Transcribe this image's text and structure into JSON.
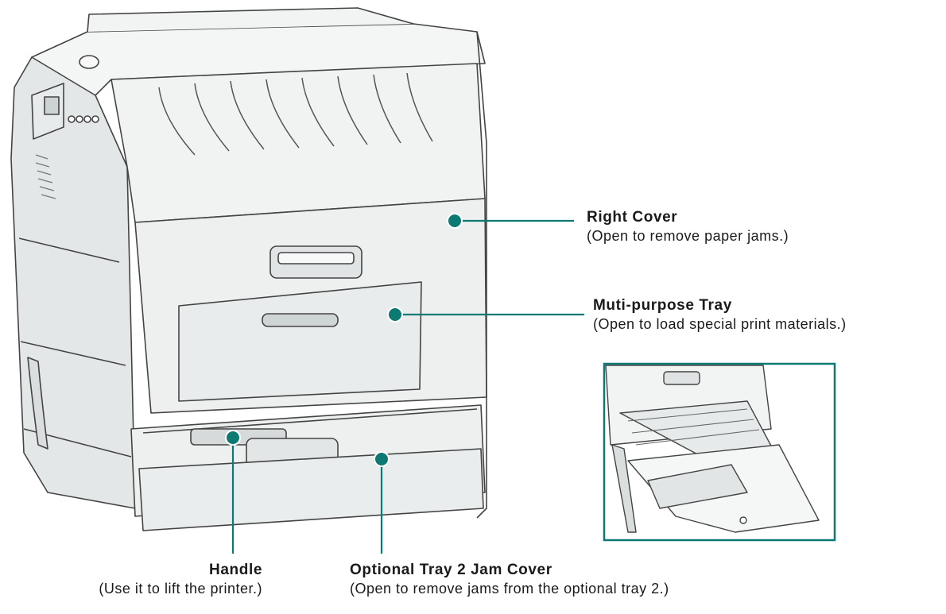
{
  "callouts": {
    "right_cover": {
      "title": "Right Cover",
      "desc": "(Open to remove paper jams.)"
    },
    "mp_tray": {
      "title": "Muti-purpose Tray",
      "desc": "(Open to load special print materials.)"
    },
    "handle": {
      "title": "Handle",
      "desc": "(Use it to lift the printer.)"
    },
    "tray2_jam_cover": {
      "title": "Optional Tray 2 Jam Cover",
      "desc": "(Open to remove jams from the optional tray 2.)"
    }
  },
  "colors": {
    "callout_accent": "#0c7a72",
    "printer_body": "#eef0f0",
    "outline": "#444444"
  }
}
